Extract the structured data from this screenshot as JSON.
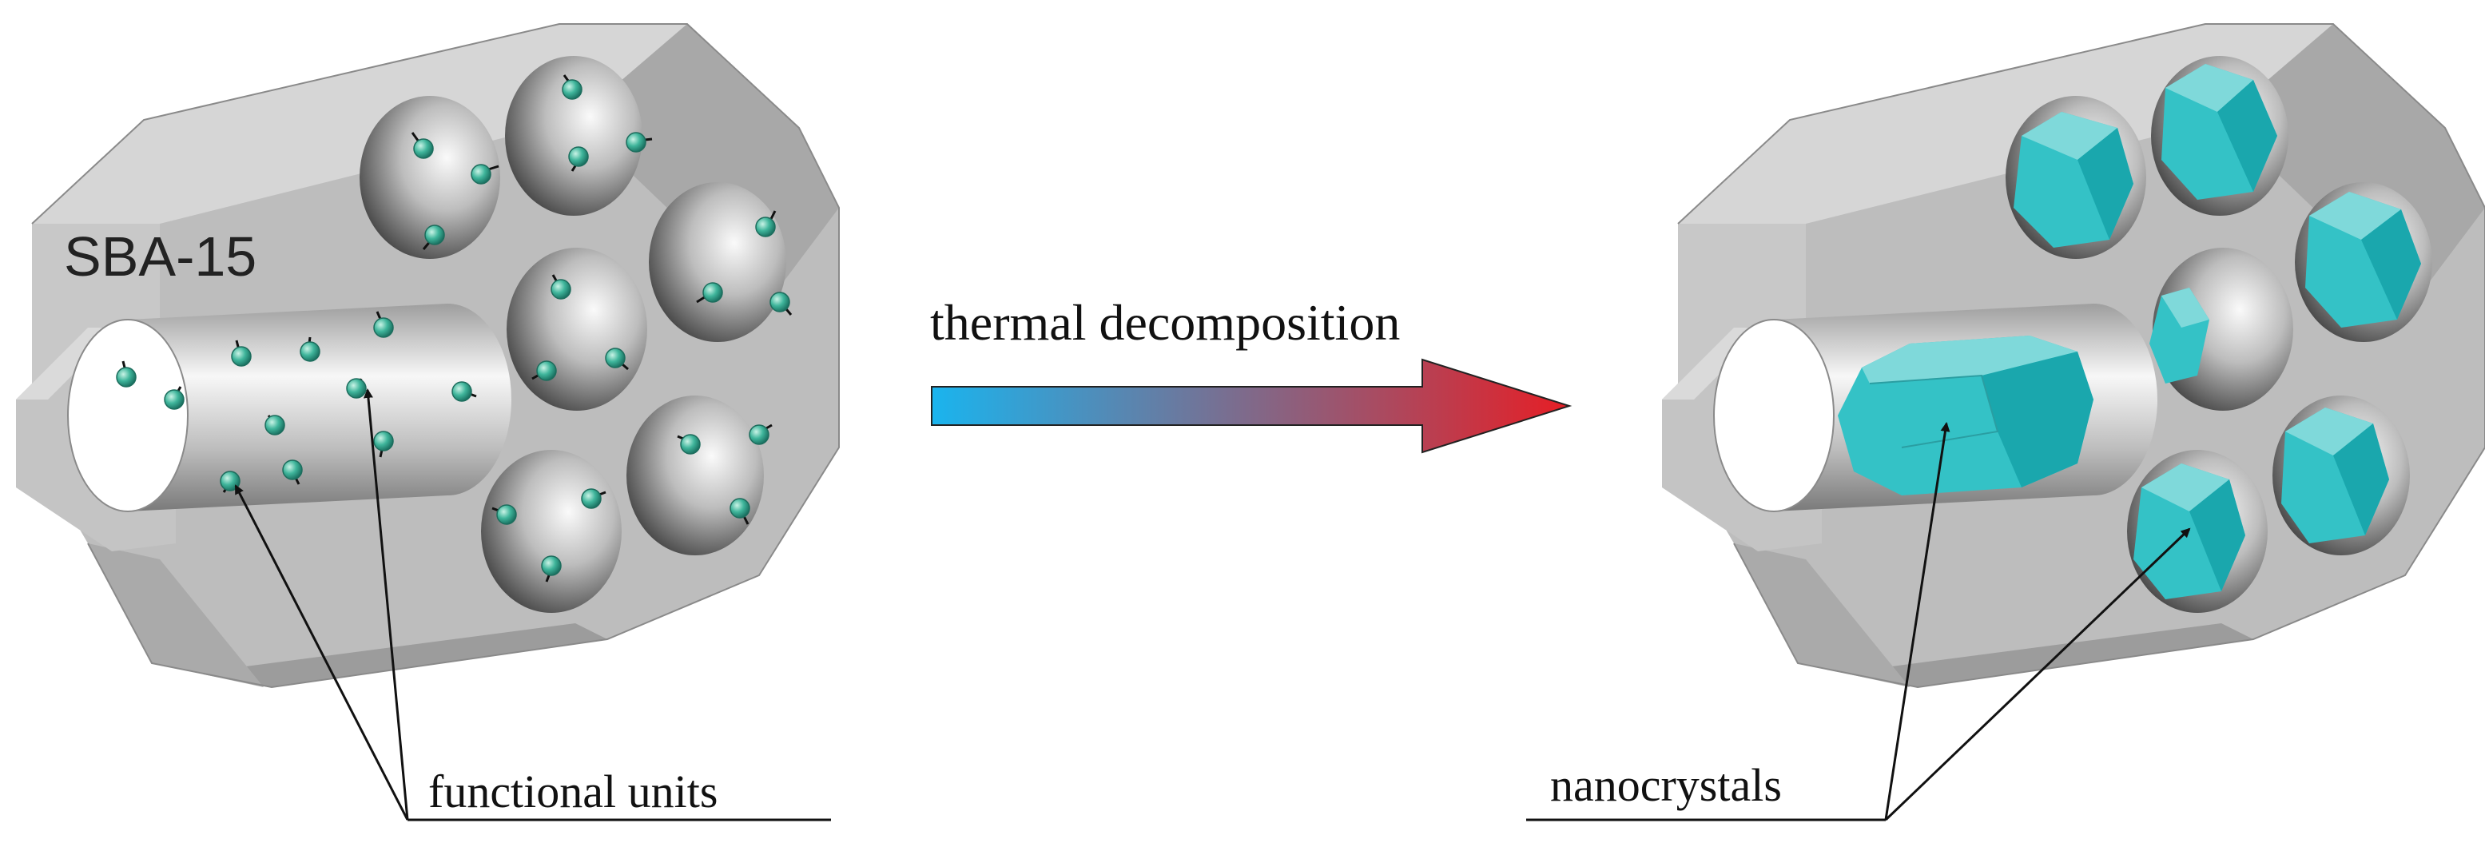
{
  "labels": {
    "material": "SBA-15",
    "process": "thermal decomposition",
    "left_callout": "functional units",
    "right_callout": "nanocrystals"
  },
  "colors": {
    "block_face": "#b9b9b9",
    "block_top": "#d4d4d4",
    "block_side": "#9a9a9a",
    "crystal": "#34c2c6",
    "crystal_light": "#7fd9da",
    "crystal_dark": "#1aa7ad",
    "particle": "#3fb59b",
    "arrow_start": "#1ab4ee",
    "arrow_end": "#e61e25"
  }
}
